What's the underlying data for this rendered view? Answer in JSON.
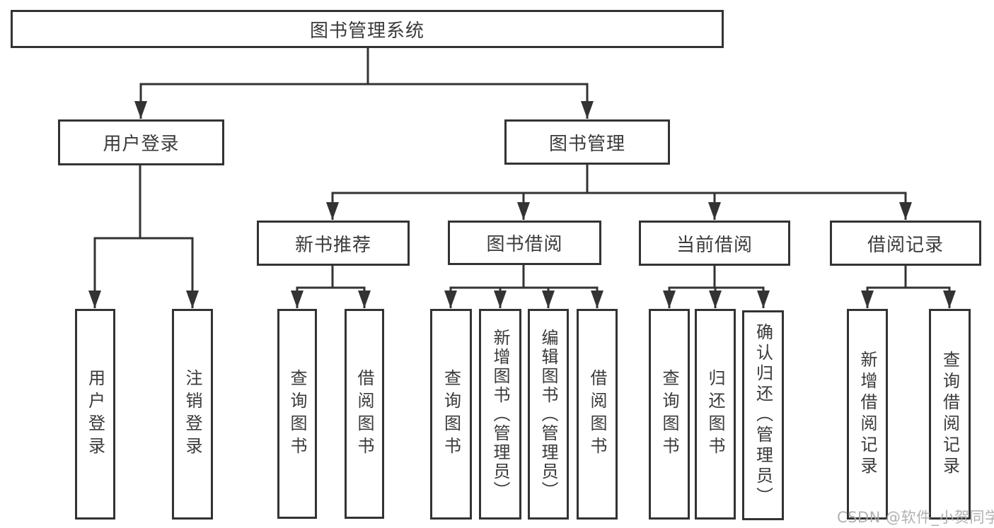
{
  "colors": {
    "background": "#ffffff",
    "line": "#333333",
    "box_border": "#333333",
    "text": "#3a3a3a",
    "watermark": "#ababab"
  },
  "watermark": {
    "text": "CSDN @软件_小贺同学"
  },
  "tree": {
    "label": "图书管理系统",
    "children": [
      {
        "label": "用户登录",
        "children": [
          {
            "label": "用户登录"
          },
          {
            "label": "注销登录"
          }
        ]
      },
      {
        "label": "图书管理",
        "children": [
          {
            "label": "新书推荐",
            "children": [
              {
                "label": "查询图书"
              },
              {
                "label": "借阅图书"
              }
            ]
          },
          {
            "label": "图书借阅",
            "children": [
              {
                "label": "查询图书"
              },
              {
                "label": "新增图书（管理员）"
              },
              {
                "label": "编辑图书（管理员）"
              },
              {
                "label": "借阅图书"
              }
            ]
          },
          {
            "label": "当前借阅",
            "children": [
              {
                "label": "查询图书"
              },
              {
                "label": "归还图书"
              },
              {
                "label": "确认归还（管理员）"
              }
            ]
          },
          {
            "label": "借阅记录",
            "children": [
              {
                "label": "新增借阅记录"
              },
              {
                "label": "查询借阅记录"
              }
            ]
          }
        ]
      }
    ]
  }
}
